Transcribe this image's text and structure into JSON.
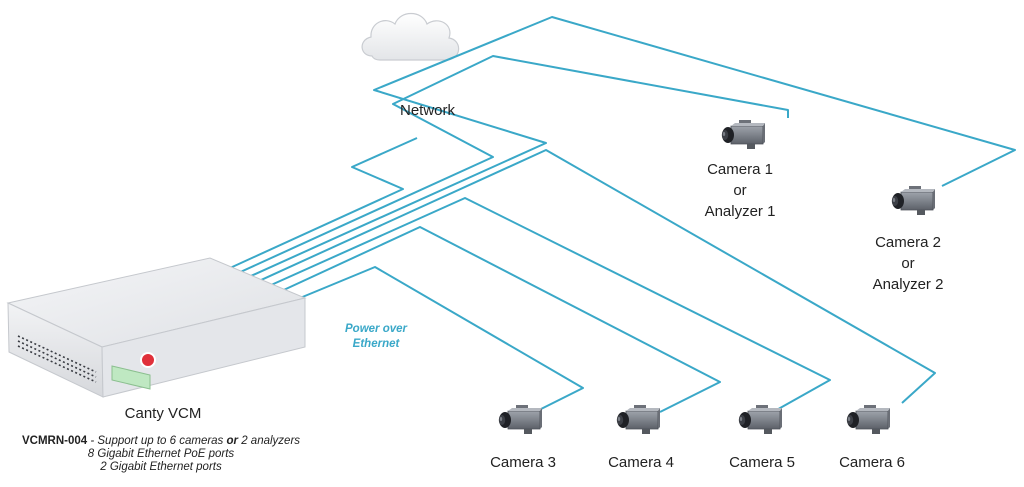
{
  "network": {
    "label": "Network"
  },
  "device": {
    "name": "Canty VCM"
  },
  "poe": {
    "line1": "Power over",
    "line2": "Ethernet"
  },
  "product": {
    "model": "VCMRN-004",
    "desc_prefix": " - Support up to 6 cameras ",
    "desc_or": "or",
    "desc_suffix": " 2 analyzers",
    "line2": "8 Gigabit Ethernet PoE ports",
    "line3": "2 Gigabit Ethernet ports"
  },
  "cameras": {
    "c1": {
      "line1": "Camera 1",
      "line2": "or",
      "line3": "Analyzer 1"
    },
    "c2": {
      "line1": "Camera 2",
      "line2": "or",
      "line3": "Analyzer 2"
    },
    "c3": {
      "label": "Camera 3"
    },
    "c4": {
      "label": "Camera 4"
    },
    "c5": {
      "label": "Camera 5"
    },
    "c6": {
      "label": "Camera 6"
    }
  },
  "colors": {
    "cable": "#3aa8c8",
    "led": "#e0303a",
    "port_panel": "#bfe8c2"
  }
}
